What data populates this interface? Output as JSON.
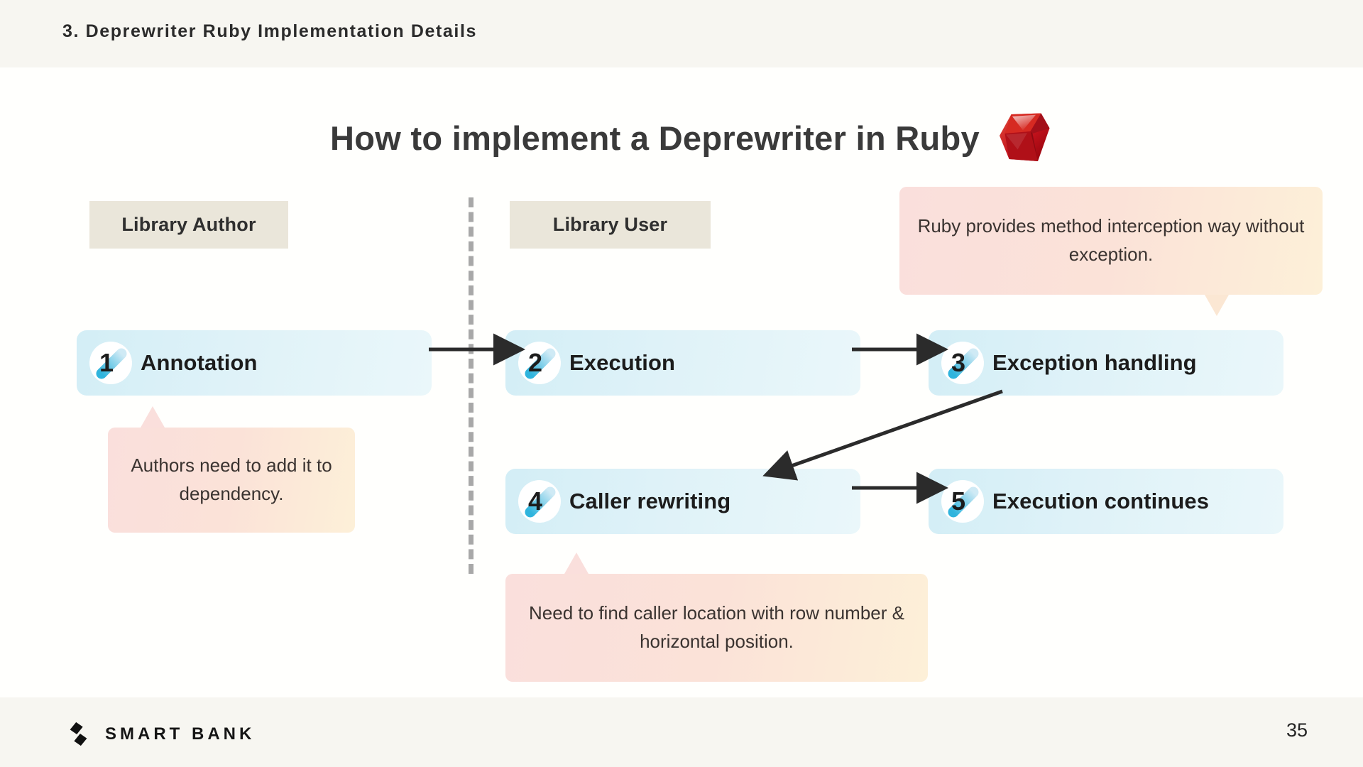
{
  "header": {
    "section_title": "3. Deprewriter Ruby Implementation Details"
  },
  "slide": {
    "title": "How to implement a Deprewriter in Ruby",
    "ruby_logo_icon": "ruby-gem-icon"
  },
  "lanes": [
    {
      "id": "library-author",
      "label": "Library Author"
    },
    {
      "id": "library-user",
      "label": "Library User"
    }
  ],
  "steps": [
    {
      "number": "1",
      "label": "Annotation"
    },
    {
      "number": "2",
      "label": "Execution"
    },
    {
      "number": "3",
      "label": "Exception handling"
    },
    {
      "number": "4",
      "label": "Caller rewriting"
    },
    {
      "number": "5",
      "label": "Execution continues"
    }
  ],
  "callouts": [
    {
      "id": "authors-dependency",
      "text": "Authors need to add it to dependency."
    },
    {
      "id": "ruby-interception",
      "text": "Ruby provides method interception way without exception."
    },
    {
      "id": "caller-location",
      "text": "Need to find caller location with row number & horizontal position."
    }
  ],
  "footer": {
    "brand_name": "SMART BANK",
    "brand_mark_icon": "smartbank-logo-icon",
    "page_number": "35"
  },
  "colors": {
    "header_bg": "#f7f6f1",
    "lane_label_bg": "#eae6da",
    "step_box_from": "#d3eef6",
    "step_box_to": "#eaf7fa",
    "callout_from": "#fadfdc",
    "callout_to": "#fdf0d8",
    "badge_accent": "#5bc2e0",
    "arrow": "#2b2b2b",
    "divider": "#a8a8a8",
    "ruby_red": "#c1121c"
  }
}
